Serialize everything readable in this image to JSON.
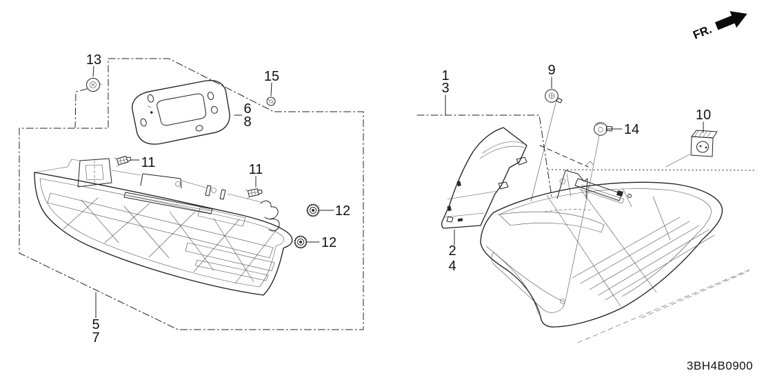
{
  "colors": {
    "background": "#ffffff",
    "line": "#1f1f1f"
  },
  "diagram_code": "3BH4B0900",
  "direction_indicator": {
    "label": "FR."
  },
  "callouts": {
    "c1": "1",
    "c2": "2",
    "c3": "3",
    "c4": "4",
    "c5": "5",
    "c6": "6",
    "c7": "7",
    "c8": "8",
    "c9": "9",
    "c10": "10",
    "c11a": "11",
    "c11b": "11",
    "c12a": "12",
    "c12b": "12",
    "c13": "13",
    "c14": "14",
    "c15": "15"
  }
}
